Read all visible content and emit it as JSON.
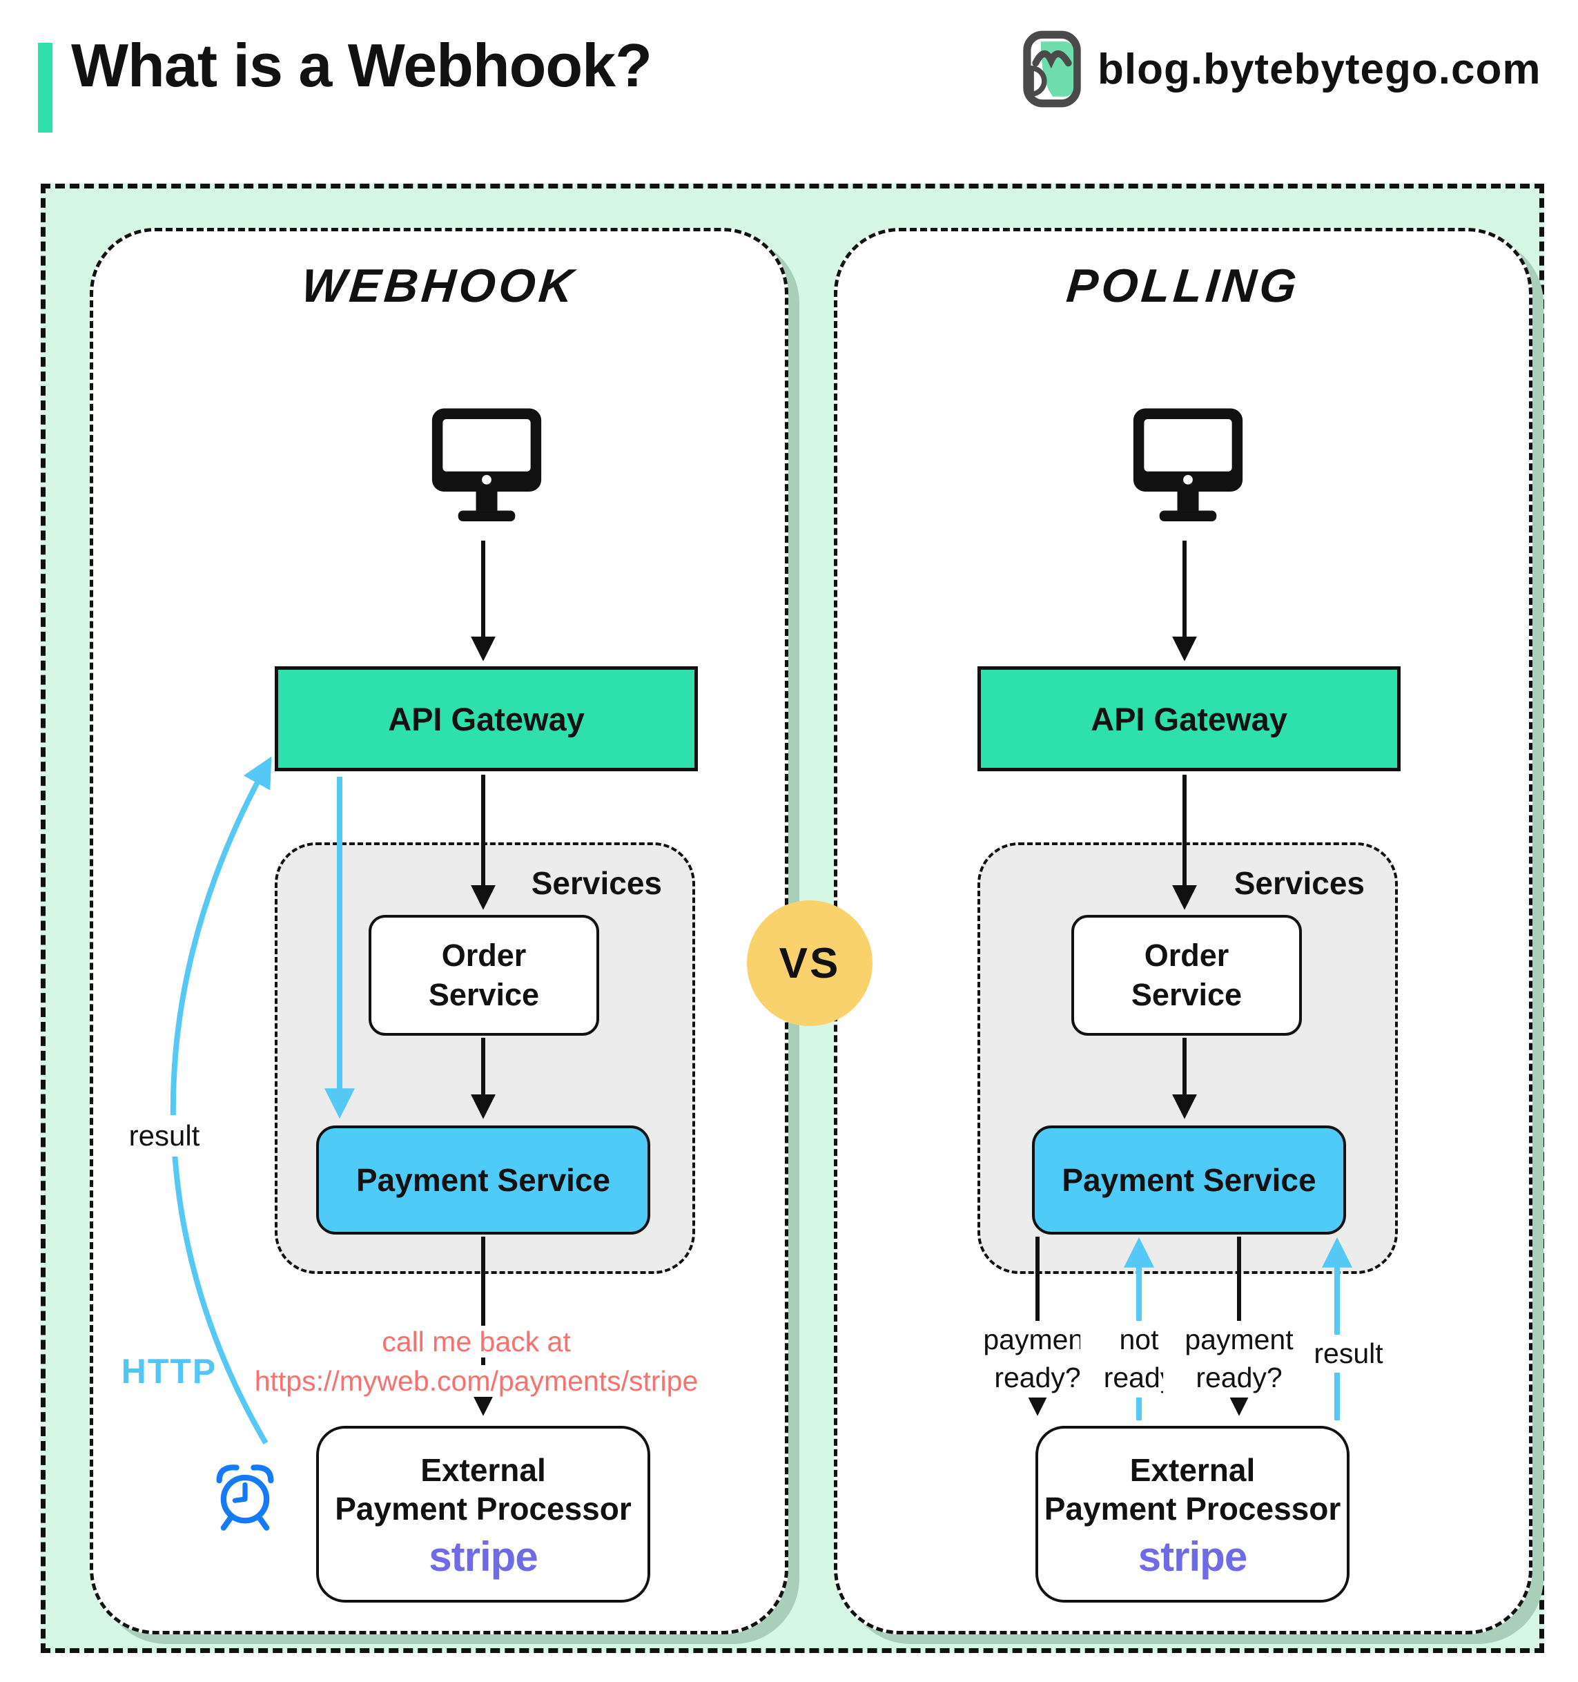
{
  "header": {
    "title": "What is a Webhook?",
    "site": "blog.bytebytego.com",
    "logo_icon": "bytebytego-logo-icon"
  },
  "comparison": {
    "vs_label": "VS"
  },
  "colors": {
    "accent_teal": "#2ee0ab",
    "mint_background": "#d6f7e4",
    "payment_blue": "#4ecbf7",
    "services_gray": "#ececec",
    "vs_yellow": "#f9d16d",
    "callback_salmon": "#f8716d",
    "arrow_blue": "#55c8f5",
    "clock_blue": "#157af6",
    "stripe_purple": "#6f6ae6"
  },
  "webhook_panel": {
    "title": "Webhook",
    "client_icon": "desktop-computer-icon",
    "api_gateway": "API Gateway",
    "services_label": "Services",
    "order_service": "Order Service",
    "payment_service": "Payment Service",
    "callback_note_line1": "call me back at",
    "callback_note_line2": "https://myweb.com/payments/stripe",
    "external_processor_line1": "External",
    "external_processor_line2": "Payment Processor",
    "stripe_logo": "stripe",
    "result_label": "result",
    "http_label": "HTTP",
    "alarm_icon": "alarm-clock-icon"
  },
  "polling_panel": {
    "title": "Polling",
    "client_icon": "desktop-computer-icon",
    "api_gateway": "API Gateway",
    "services_label": "Services",
    "order_service": "Order Service",
    "payment_service": "Payment Service",
    "external_processor_line1": "External",
    "external_processor_line2": "Payment Processor",
    "stripe_logo": "stripe",
    "arrow_labels": {
      "query1": "payment ready?",
      "answer1": "not ready",
      "query2": "payment ready?",
      "answer2": "result"
    }
  }
}
